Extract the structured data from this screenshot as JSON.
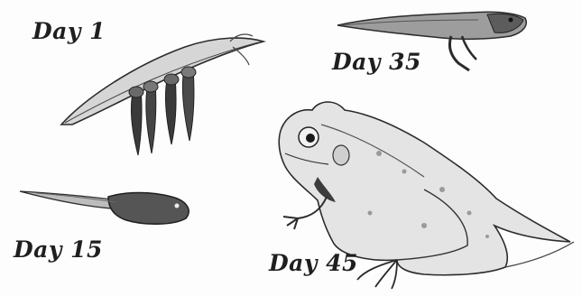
{
  "labels": {
    "day1": "Day 1",
    "day35": "Day 35",
    "day15": "Day 15",
    "day45": "Day 45"
  },
  "stages": [
    {
      "label": "Day 1",
      "depicts": "eggs-on-leaf-icon"
    },
    {
      "label": "Day 15",
      "depicts": "tadpole-icon"
    },
    {
      "label": "Day 35",
      "depicts": "tadpole-with-legs-icon"
    },
    {
      "label": "Day 45",
      "depicts": "frog-icon"
    }
  ],
  "colors": {
    "ink": "#2b2b2b",
    "shade": "#5a5a5a",
    "light": "#9a9a9a"
  }
}
